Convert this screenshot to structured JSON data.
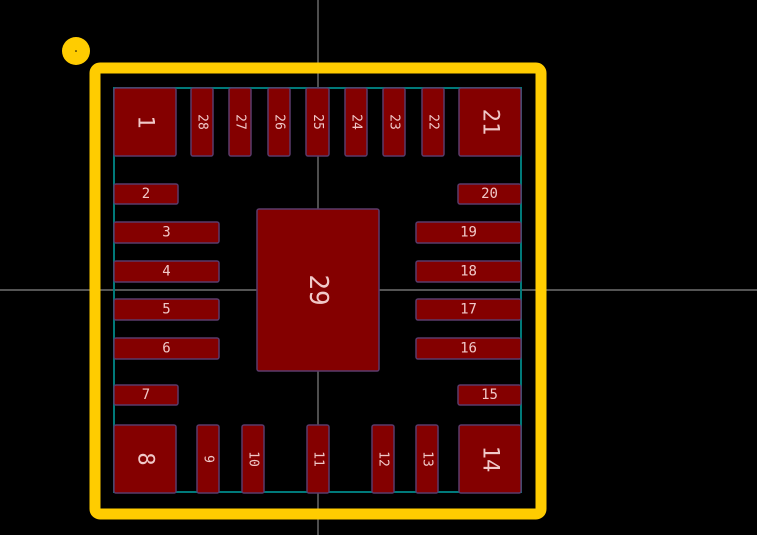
{
  "colors": {
    "background": "#000000",
    "pad_fill": "#840000",
    "pad_stroke": "#5a3a6a",
    "silkscreen": "#ffcc00",
    "courtyard": "#007a7a",
    "crosshair": "#e0e0e0",
    "pad_text": "#f0c8c8"
  },
  "footprint": {
    "pin1_marker": "pin1-dot",
    "pads": [
      {
        "number": "1"
      },
      {
        "number": "2"
      },
      {
        "number": "3"
      },
      {
        "number": "4"
      },
      {
        "number": "5"
      },
      {
        "number": "6"
      },
      {
        "number": "7"
      },
      {
        "number": "8"
      },
      {
        "number": "9"
      },
      {
        "number": "10"
      },
      {
        "number": "11"
      },
      {
        "number": "12"
      },
      {
        "number": "13"
      },
      {
        "number": "14"
      },
      {
        "number": "15"
      },
      {
        "number": "16"
      },
      {
        "number": "17"
      },
      {
        "number": "18"
      },
      {
        "number": "19"
      },
      {
        "number": "20"
      },
      {
        "number": "21"
      },
      {
        "number": "22"
      },
      {
        "number": "23"
      },
      {
        "number": "24"
      },
      {
        "number": "25"
      },
      {
        "number": "26"
      },
      {
        "number": "27"
      },
      {
        "number": "28"
      },
      {
        "number": "29"
      }
    ]
  }
}
